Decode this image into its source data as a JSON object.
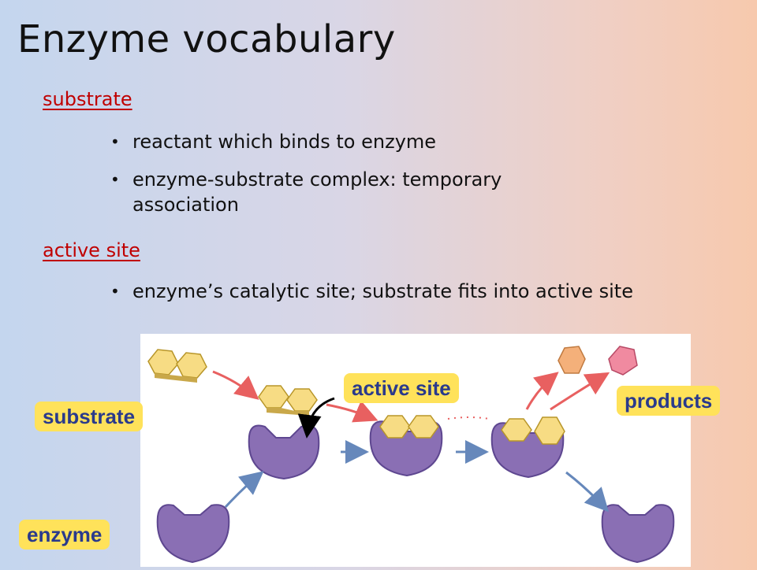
{
  "slide": {
    "title": "Enzyme vocabulary"
  },
  "terms": [
    {
      "label": "substrate",
      "bullets": [
        "reactant which binds to enzyme",
        "enzyme-substrate complex: temporary association"
      ]
    },
    {
      "label": "active site",
      "bullets": [
        "enzyme’s catalytic site; substrate fits into active site"
      ]
    }
  ],
  "figure_labels": {
    "substrate": "substrate",
    "enzyme": "enzyme",
    "active_site": "active site",
    "products": "products"
  },
  "colors": {
    "term_red": "#c00000",
    "label_yellow": "#ffe25a",
    "label_text_blue": "#2a3a8c",
    "enzyme_purple": "#8a6fb4",
    "substrate_yellow": "#f7dc84",
    "product_orange": "#f4b07a",
    "product_pink": "#f08aa0",
    "arrow_red": "#e86060",
    "arrow_blue": "#6688bb"
  }
}
